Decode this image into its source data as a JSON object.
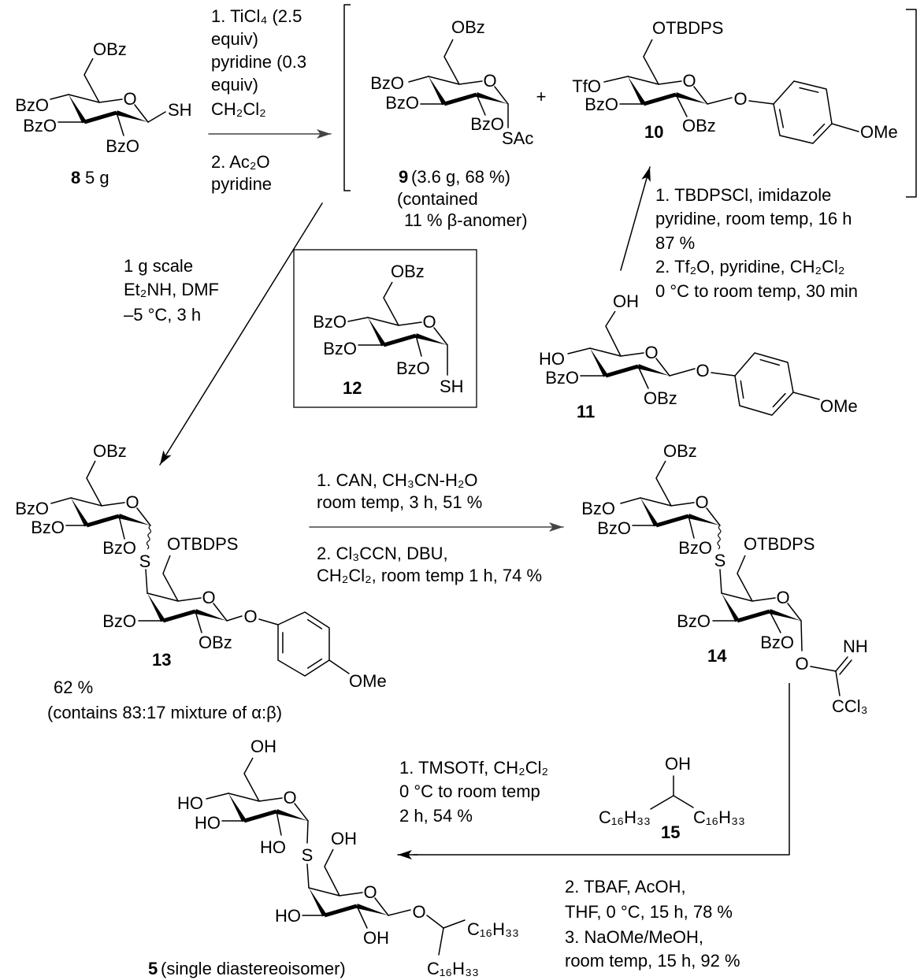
{
  "ring_oxygen": "O",
  "plus": "+",
  "compound_8": {
    "number": "8",
    "amount": "5 g",
    "groups": {
      "c6": "OBz",
      "c4": "BzO",
      "c3": "BzO",
      "c2": "BzO",
      "c1": "SH"
    }
  },
  "compound_9": {
    "number": "9",
    "yield": "(3.6 g, 68 %)",
    "note_line1": "(contained",
    "note_line2": "11 % β-anomer)",
    "groups": {
      "c6": "OBz",
      "c4": "BzO",
      "c3": "BzO",
      "c2": "BzO",
      "c1": "SAc"
    }
  },
  "compound_10": {
    "number": "10",
    "groups": {
      "c6": "OTBDPS",
      "c4": "TfO",
      "c3": "BzO",
      "c2": "OBz",
      "aryl_o": "O",
      "aryl_sub": "OMe"
    }
  },
  "compound_11": {
    "number": "11",
    "groups": {
      "c6": "OH",
      "c4": "HO",
      "c3": "BzO",
      "c2": "OBz",
      "aryl_o": "O",
      "aryl_sub": "OMe"
    }
  },
  "compound_12": {
    "number": "12",
    "groups": {
      "c6": "OBz",
      "c4": "BzO",
      "c3": "BzO",
      "c2": "BzO",
      "c1": "SH"
    }
  },
  "compound_13": {
    "number": "13",
    "yield": "62 %",
    "note": "(contains 83:17 mixture of α:β)",
    "upper": {
      "c6": "OBz",
      "c4": "BzO",
      "c3": "BzO",
      "c2": "BzO"
    },
    "link": "S",
    "lower": {
      "c6": "OTBDPS",
      "c3": "BzO",
      "c2": "OBz",
      "aryl_o": "O",
      "aryl_sub": "OMe"
    }
  },
  "compound_14": {
    "number": "14",
    "upper": {
      "c6": "OBz",
      "c4": "BzO",
      "c3": "BzO",
      "c2": "BzO"
    },
    "link": "S",
    "lower": {
      "c6": "OTBDPS",
      "c3": "BzO",
      "c2": "BzO",
      "anomeric_o": "O",
      "imine": "NH",
      "ccl3": "CCl₃"
    }
  },
  "compound_15": {
    "number": "15",
    "oh": "OH",
    "chain_left": "C₁₆H₃₃",
    "chain_right": "C₁₆H₃₃"
  },
  "compound_5": {
    "number": "5",
    "note": "(single diastereoisomer)",
    "upper": {
      "c6": "OH",
      "c4": "HO",
      "c3": "HO",
      "c2": "HO"
    },
    "link": "S",
    "lower": {
      "c6": "OH",
      "c3": "HO",
      "c2": "OH",
      "anomeric_o": "O",
      "chain_right": "C₁₆H₃₃",
      "chain_down": "C₁₆H₃₃"
    }
  },
  "steps": {
    "step1": {
      "lines_above": [
        "1. TiCl₄ (2.5",
        "equiv)",
        "pyridine (0.3",
        "equiv)",
        "CH₂Cl₂"
      ],
      "lines_below": [
        "2. Ac₂O",
        "pyridine"
      ]
    },
    "step2": {
      "lines": [
        "1 g scale",
        "Et₂NH, DMF",
        "–5 °C, 3 h"
      ]
    },
    "step3": {
      "lines": [
        "1. TBDPSCl, imidazole",
        "pyridine, room temp, 16 h",
        "87 %",
        "2. Tf₂O, pyridine, CH₂Cl₂",
        "0 °C to room temp, 30 min"
      ]
    },
    "step4": {
      "lines_above": [
        "1. CAN, CH₃CN-H₂O",
        "room temp, 3 h, 51 %"
      ],
      "lines_below": [
        "2. Cl₃CCN, DBU,",
        "CH₂Cl₂, room temp 1 h, 74 %"
      ]
    },
    "step5": {
      "lines_above": [
        "1. TMSOTf, CH₂Cl₂",
        "0 °C to room temp",
        "2 h, 54 %"
      ],
      "lines_below": [
        "2. TBAF, AcOH,",
        "THF, 0 °C, 15 h, 78 %",
        "3. NaOMe/MeOH,",
        "room temp, 15 h, 92 %"
      ]
    }
  }
}
